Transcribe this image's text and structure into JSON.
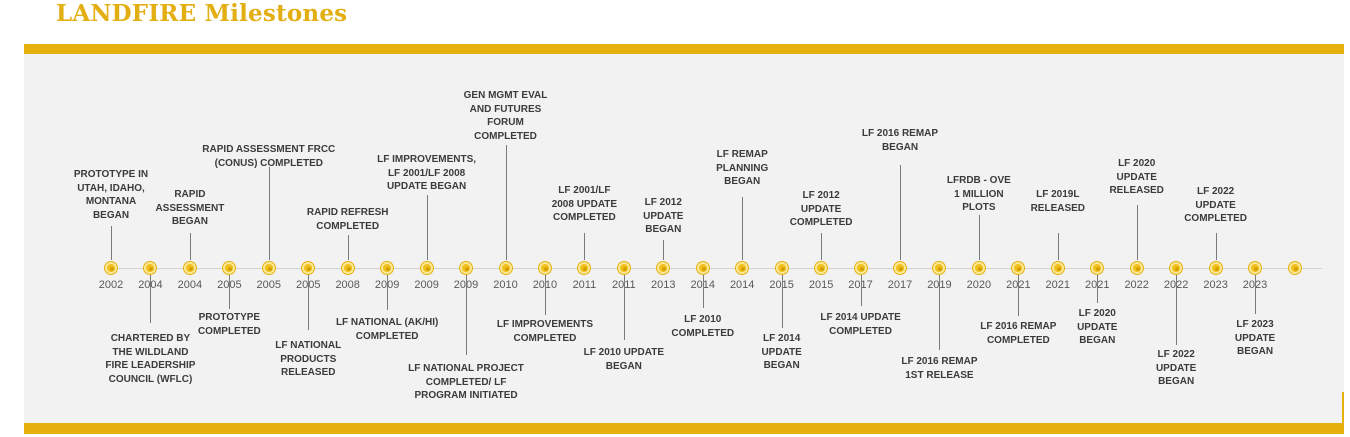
{
  "title": "LANDFIRE Milestones",
  "colors": {
    "accent": "#e6b10c",
    "panel": "#f2f2f2",
    "dot": "#f0c11a"
  },
  "years": [
    "2002",
    "2004",
    "2004",
    "2005",
    "2005",
    "2005",
    "2008",
    "2009",
    "2009",
    "2009",
    "2010",
    "2010",
    "2011",
    "2011",
    "2013",
    "2014",
    "2014",
    "2015",
    "2015",
    "2017",
    "2017",
    "2019",
    "2020",
    "2021",
    "2021",
    "2021",
    "2022",
    "2022",
    "2023",
    "2023"
  ],
  "milestones": [
    {
      "text": "PROTOTYPE IN\nUTAH, IDAHO,\nMONTANA\nBEGAN"
    },
    {
      "text": "CHARTERED BY\nTHE WILDLAND\nFIRE LEADERSHIP\nCOUNCIL (WFLC)"
    },
    {
      "text": "RAPID\nASSESSMENT\nBEGAN"
    },
    {
      "text": "PROTOTYPE\nCOMPLETED"
    },
    {
      "text": "RAPID ASSESSMENT FRCC\n(CONUS) COMPLETED"
    },
    {
      "text": "LF NATIONAL\nPRODUCTS\nRELEASED"
    },
    {
      "text": "RAPID REFRESH\nCOMPLETED"
    },
    {
      "text": "LF NATIONAL (AK/HI)\nCOMPLETED"
    },
    {
      "text": "LF IMPROVEMENTS,\nLF 2001/LF 2008\nUPDATE BEGAN"
    },
    {
      "text": "LF NATIONAL PROJECT\nCOMPLETED/ LF\nPROGRAM INITIATED"
    },
    {
      "text": "GEN MGMT EVAL\nAND FUTURES\nFORUM\nCOMPLETED"
    },
    {
      "text": "LF IMPROVEMENTS\nCOMPLETED"
    },
    {
      "text": "LF 2001/LF\n2008 UPDATE\nCOMPLETED"
    },
    {
      "text": "LF 2010 UPDATE\nBEGAN"
    },
    {
      "text": "LF 2012\nUPDATE\nBEGAN"
    },
    {
      "text": "LF 2010\nCOMPLETED"
    },
    {
      "text": "LF REMAP\nPLANNING\nBEGAN"
    },
    {
      "text": "LF 2014\nUPDATE\nBEGAN"
    },
    {
      "text": "LF 2012\nUPDATE\nCOMPLETED"
    },
    {
      "text": "LF 2014 UPDATE\nCOMPLETED"
    },
    {
      "text": "LF 2016 REMAP\nBEGAN"
    },
    {
      "text": "LF 2016 REMAP\n1ST RELEASE"
    },
    {
      "text": "LFRDB - OVER\n1 MILLION\nPLOTS"
    },
    {
      "text": "LF 2016 REMAP\nCOMPLETED"
    },
    {
      "text": "LF 2019L\nRELEASED"
    },
    {
      "text": "LF 2020\nUPDATE\nBEGAN"
    },
    {
      "text": "LF 2020\nUPDATE\nRELEASED"
    },
    {
      "text": "LF 2022\nUPDATE\nBEGAN"
    },
    {
      "text": "LF 2022\nUPDATE\nCOMPLETED"
    },
    {
      "text": "LF 2023\nUPDATE\nBEGAN"
    }
  ]
}
